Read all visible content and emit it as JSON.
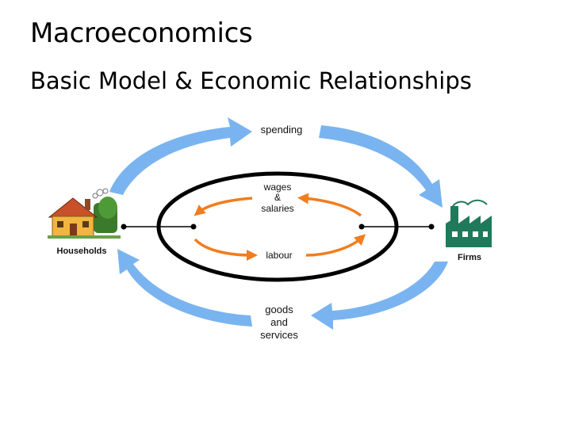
{
  "slide": {
    "title": "Macroeconomics",
    "subtitle": "Basic Model & Economic Relationships"
  },
  "diagram": {
    "nodes": {
      "households": "Households",
      "firms": "Firms"
    },
    "outer_flows": {
      "top": "spending",
      "bottom_line1": "goods",
      "bottom_line2": "and",
      "bottom_line3": "services"
    },
    "inner_flows": {
      "top_line1": "wages",
      "top_line2": "&",
      "top_line3": "salaries",
      "bottom": "labour"
    },
    "colors": {
      "outer_arrow": "#7ab4f0",
      "inner_arrow": "#f07d1f",
      "ellipse": "#000000",
      "house_wall": "#f2b640",
      "house_roof": "#c8502a",
      "factory": "#1f7a5c"
    }
  }
}
